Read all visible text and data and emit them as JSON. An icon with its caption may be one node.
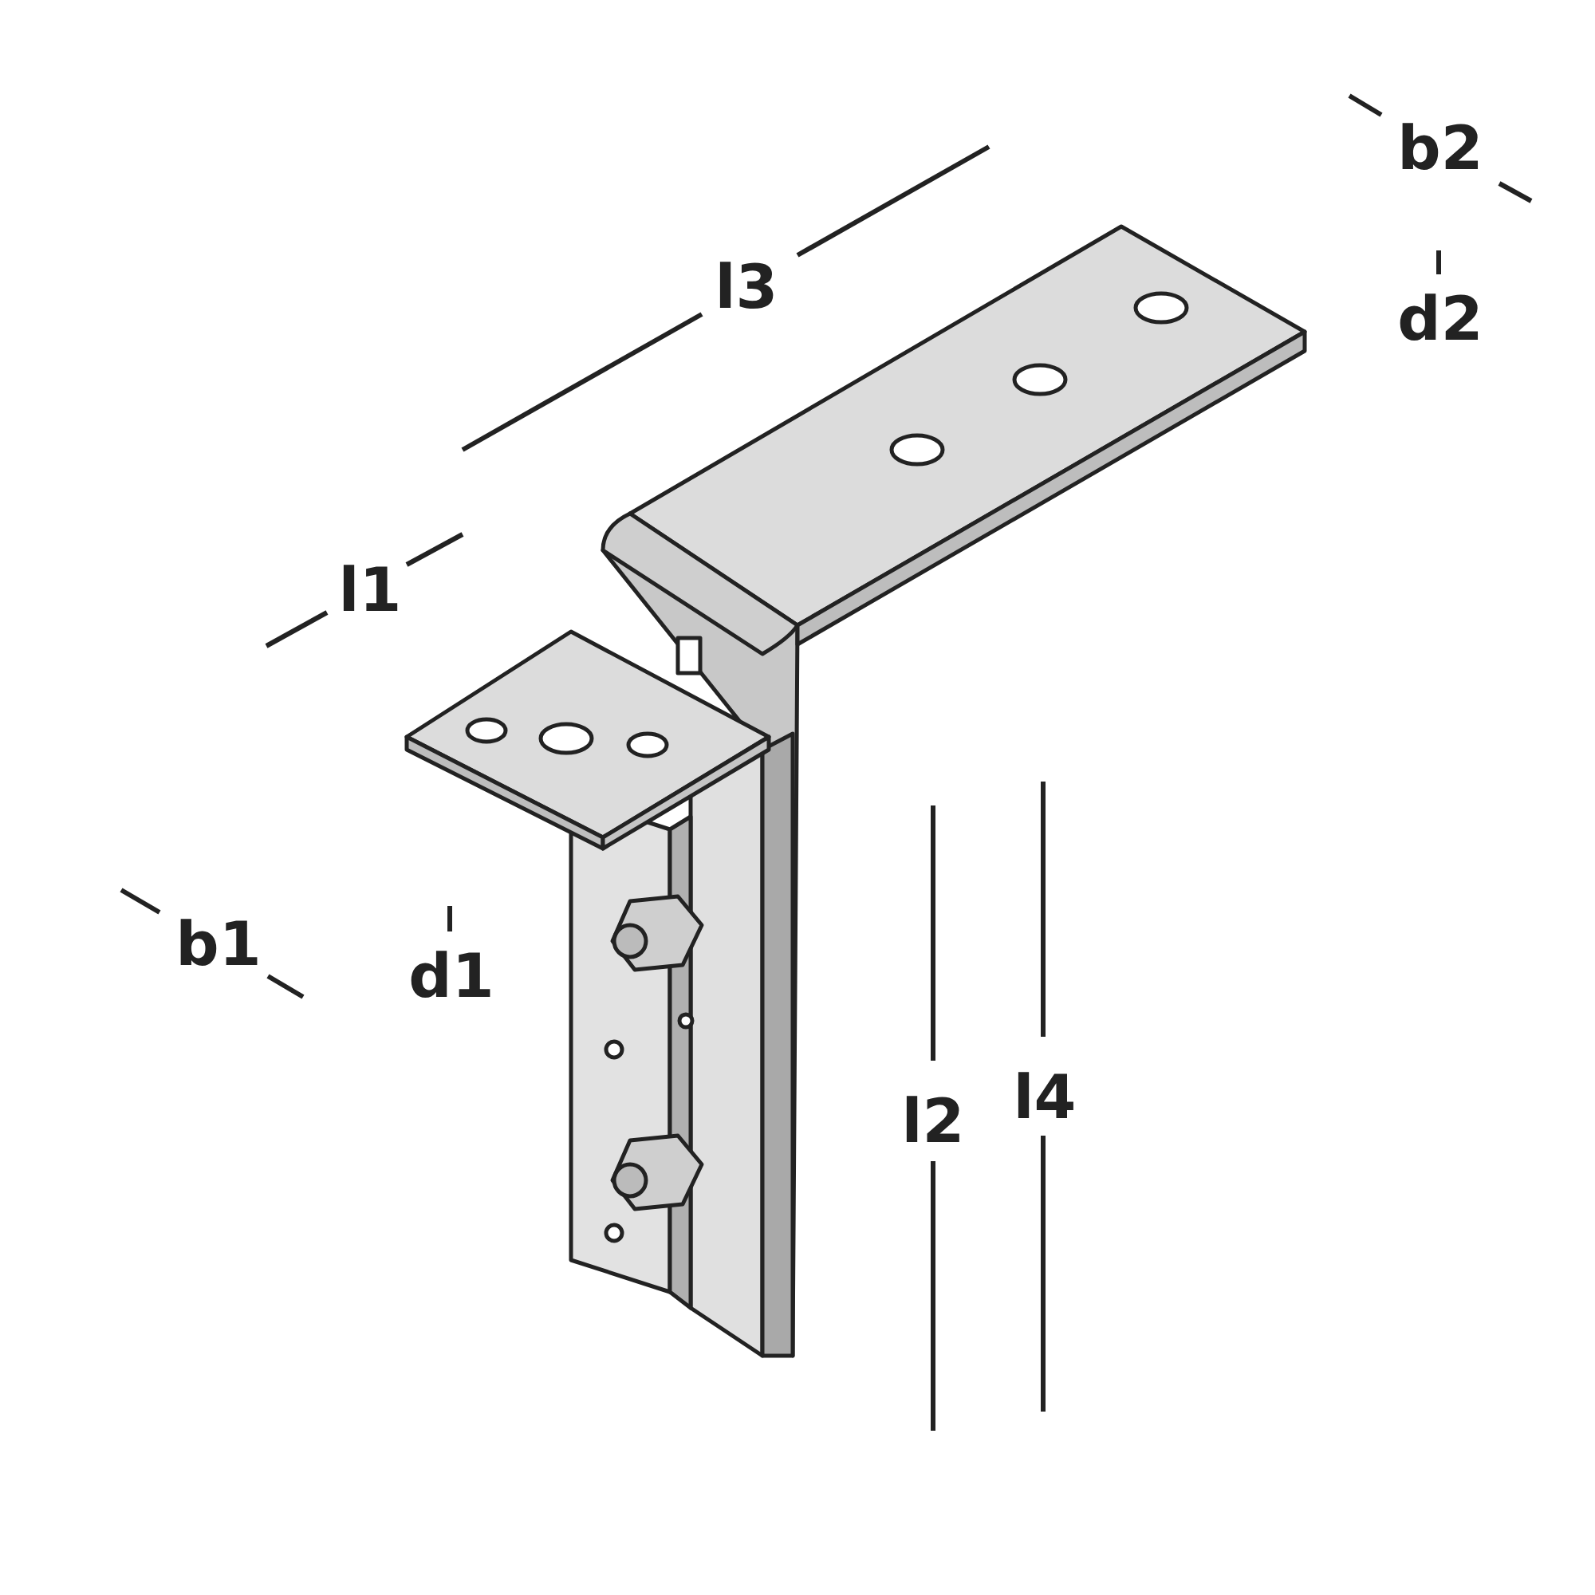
{
  "diagram": {
    "labels": [
      "b2",
      "l3",
      "d2",
      "l1",
      "b1",
      "d1",
      "l2",
      "l4"
    ]
  }
}
